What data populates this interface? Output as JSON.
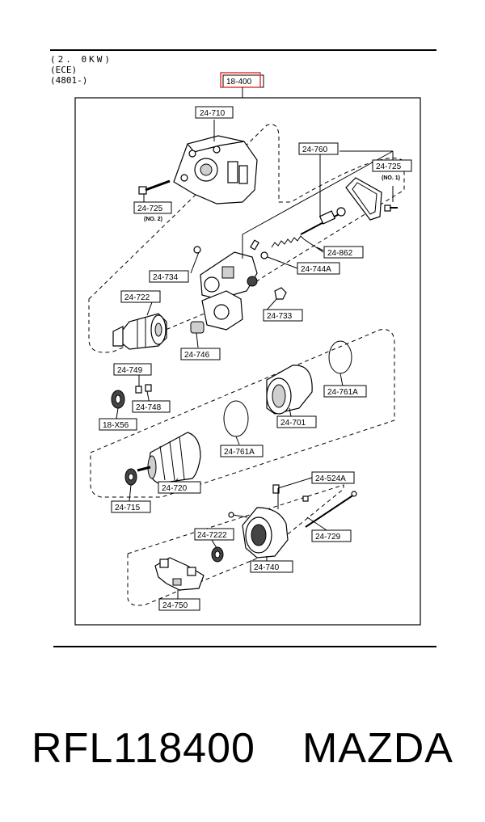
{
  "header": {
    "line1": "(2. 0KW)",
    "line2": "(ECE)",
    "line3": "(4801-)"
  },
  "highlight_label": "18-400",
  "parts": {
    "p24_710": "24-710",
    "p24_725_no2": "24-725",
    "note_no2": "(NO. 2)",
    "p24_760": "24-760",
    "p24_725_no1": "24-725",
    "note_no1": "(NO. 1)",
    "p24_862": "24-862",
    "p24_744a": "24-744A",
    "p24_734": "24-734",
    "p24_722": "24-722",
    "p24_733": "24-733",
    "p24_746": "24-746",
    "p24_749": "24-749",
    "p24_748": "24-748",
    "p18_x56": "18-X56",
    "p24_761a_right": "24-761A",
    "p24_701": "24-701",
    "p24_761a_left": "24-761A",
    "p24_720": "24-720",
    "p24_715": "24-715",
    "p24_524a": "24-524A",
    "p24_7222": "24-7222",
    "p24_729": "24-729",
    "p24_740": "24-740",
    "p24_750": "24-750"
  },
  "footer": {
    "part_number": "RFL118400",
    "brand": "MAZDA"
  },
  "colors": {
    "highlight": "#e53935",
    "ink": "#000000"
  }
}
